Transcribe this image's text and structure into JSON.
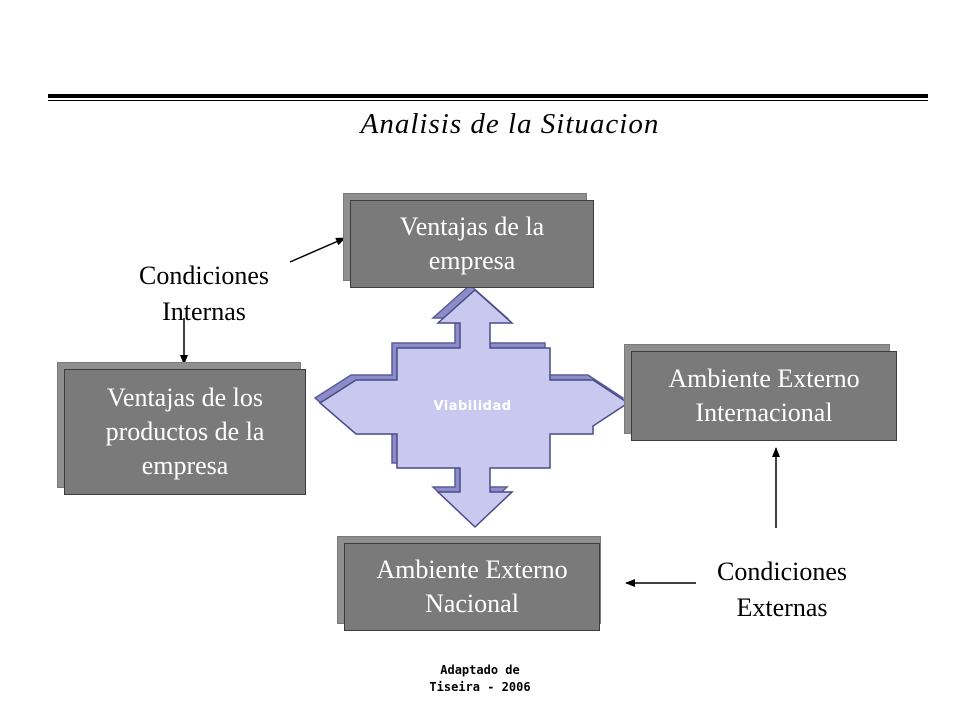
{
  "title": "Analisis de la Situacion",
  "boxes": {
    "top": "Ventajas de la empresa",
    "left": "Ventajas de los productos de la empresa",
    "right": "Ambiente Externo Internacional",
    "bottom": "Ambiente Externo Nacional"
  },
  "center": "Viabilidad",
  "labels": {
    "internas": "Condiciones Internas",
    "externas": "Condiciones Externas"
  },
  "footer": {
    "line1": "Adaptado de",
    "line2": "Tiseira - 2006"
  },
  "colors": {
    "box_fill": "#7a7a7a",
    "cross_fill": "#c9c9f0",
    "cross_shadow": "#8c8cc8"
  }
}
